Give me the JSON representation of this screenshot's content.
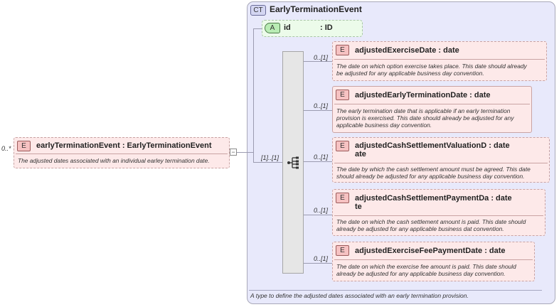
{
  "root": {
    "occurrence": "0..*",
    "badge": "E",
    "title": "earlyTerminationEvent : EarlyTerminationEvent",
    "doc": "The adjusted dates associated with an individual earley termination date.",
    "expander": "−"
  },
  "complex_type": {
    "badge": "CT",
    "name": "EarlyTerminationEvent",
    "doc": "A type to define the adjusted dates associated with an early termination provision.",
    "attribute": {
      "badge": "A",
      "name": "id",
      "type": ": ID"
    }
  },
  "sequence": {
    "occurrence": "[1]..[1]"
  },
  "elements": [
    {
      "occurrence": "0..[1]",
      "badge": "E",
      "title_lines": [
        "adjustedExerciseDate : date"
      ],
      "doc_lines": [
        "The date on which option exercise takes place. This date should already",
        "be adjusted for any applicable business day convention."
      ]
    },
    {
      "occurrence": "0..[1]",
      "badge": "E",
      "title_lines": [
        "adjustedEarlyTerminationDate : date"
      ],
      "doc_lines": [
        "The early termination date that is applicable if an early termination",
        "provision is exercised. This date should already be adjusted for any",
        "applicable business day convention."
      ]
    },
    {
      "occurrence": "0..[1]",
      "badge": "E",
      "title_lines": [
        "adjustedCashSettlementValuationD : date",
        "ate"
      ],
      "doc_lines": [
        "The date by which the cash settlement amount must be agreed. This date",
        "should already be adjusted for any applicable business day convention."
      ]
    },
    {
      "occurrence": "0..[1]",
      "badge": "E",
      "title_lines": [
        "adjustedCashSettlementPaymentDa : date",
        "te"
      ],
      "doc_lines": [
        "The date on which the cash settlement amount is paid. This date should",
        "already be adjusted for any applicable business dat convention."
      ]
    },
    {
      "occurrence": "0..[1]",
      "badge": "E",
      "title_lines": [
        "adjustedExerciseFeePaymentDate : date"
      ],
      "doc_lines": [
        "The date on which the exercise fee amount is paid. This date should",
        "already be adjusted for any applicable business day convention."
      ]
    }
  ],
  "colors": {
    "element_fill": "#fde9e9",
    "element_badge": "#f6c2c2",
    "complex_type_fill": "#e8e9fb",
    "attribute_fill": "#ecfbea",
    "attribute_badge": "#b9ecb4",
    "sequence_fill": "#e6e6e6"
  }
}
